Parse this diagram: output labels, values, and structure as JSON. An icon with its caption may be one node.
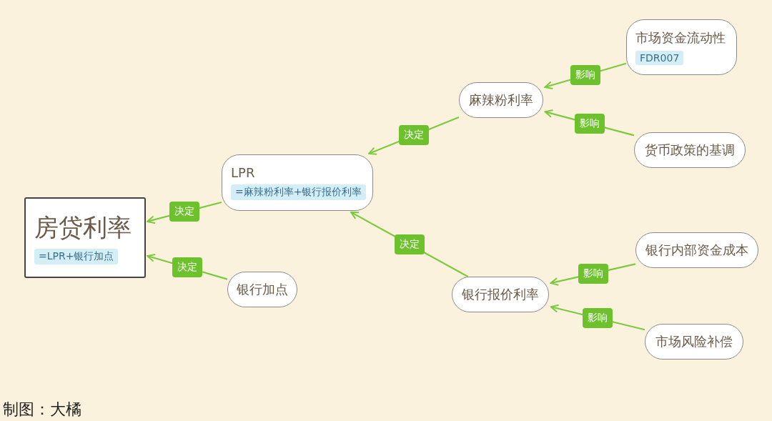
{
  "diagram": {
    "nodes": [
      {
        "text": [
          "房贷利率",
          "=LPR+银行加点"
        ]
      },
      {
        "text": [
          "LPR",
          "=麻辣粉利率+银行报价利率"
        ]
      },
      {
        "text": [
          "银行加点"
        ]
      },
      {
        "text": [
          "麻辣粉利率"
        ]
      },
      {
        "text": [
          "银行报价利率"
        ]
      },
      {
        "text": [
          "市场资金流动性",
          "FDR007"
        ]
      },
      {
        "text": [
          "货币政策的基调"
        ]
      },
      {
        "text": [
          "银行内部资金成本"
        ]
      },
      {
        "text": [
          "市场风险补偿"
        ]
      }
    ],
    "edges": [
      {
        "from": 1,
        "to": 0,
        "arrow": "to",
        "label": "决定"
      },
      {
        "from": 2,
        "to": 0,
        "arrow": "to",
        "label": "决定"
      },
      {
        "from": 3,
        "to": 1,
        "arrow": "to",
        "label": "决定"
      },
      {
        "from": 4,
        "to": 1,
        "arrow": "to",
        "label": "决定"
      },
      {
        "from": 5,
        "to": 3,
        "arrow": "to",
        "label": "影响"
      },
      {
        "from": 6,
        "to": 3,
        "arrow": "to",
        "label": "影响"
      },
      {
        "from": 7,
        "to": 4,
        "arrow": "to",
        "label": "影响"
      },
      {
        "from": 8,
        "to": 4,
        "arrow": "to",
        "label": "影响"
      }
    ],
    "labels": [
      "制图：大橘"
    ]
  }
}
